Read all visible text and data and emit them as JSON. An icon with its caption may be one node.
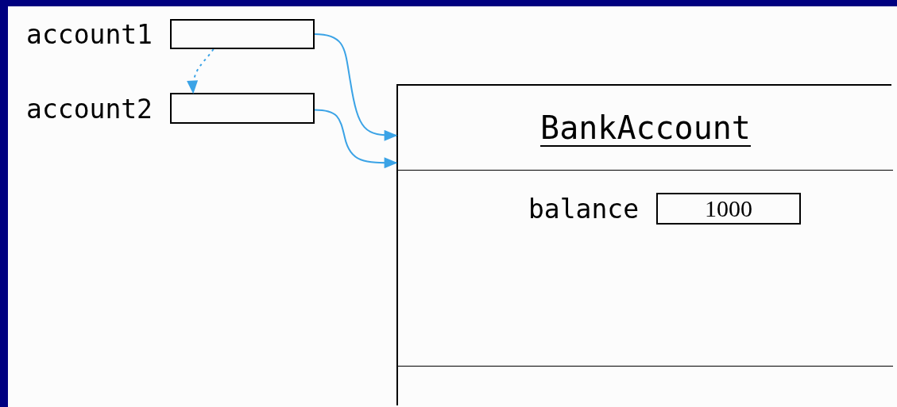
{
  "diagram": {
    "nodes": [
      {
        "text": [],
        "shape": "box",
        "beside": [
          "account1"
        ]
      },
      {
        "text": [],
        "shape": "box",
        "beside": [
          "account2"
        ]
      },
      {
        "text": [],
        "shape": "box"
      },
      {
        "text": [
          "BankAccount"
        ],
        "in": 2
      },
      {
        "text": [],
        "shape": "box",
        "in": 2
      },
      {
        "text": [
          "1000"
        ],
        "beside": [
          "balance"
        ],
        "in": 4
      },
      {
        "text": [],
        "shape": "box",
        "in": 2
      }
    ],
    "edges": [
      {
        "from": 0,
        "to": 2,
        "arrow": "to"
      },
      {
        "from": 1,
        "to": 2,
        "arrow": "to"
      },
      {
        "from": 0,
        "to": 1,
        "arrow": "to",
        "style": "dashed"
      }
    ]
  }
}
